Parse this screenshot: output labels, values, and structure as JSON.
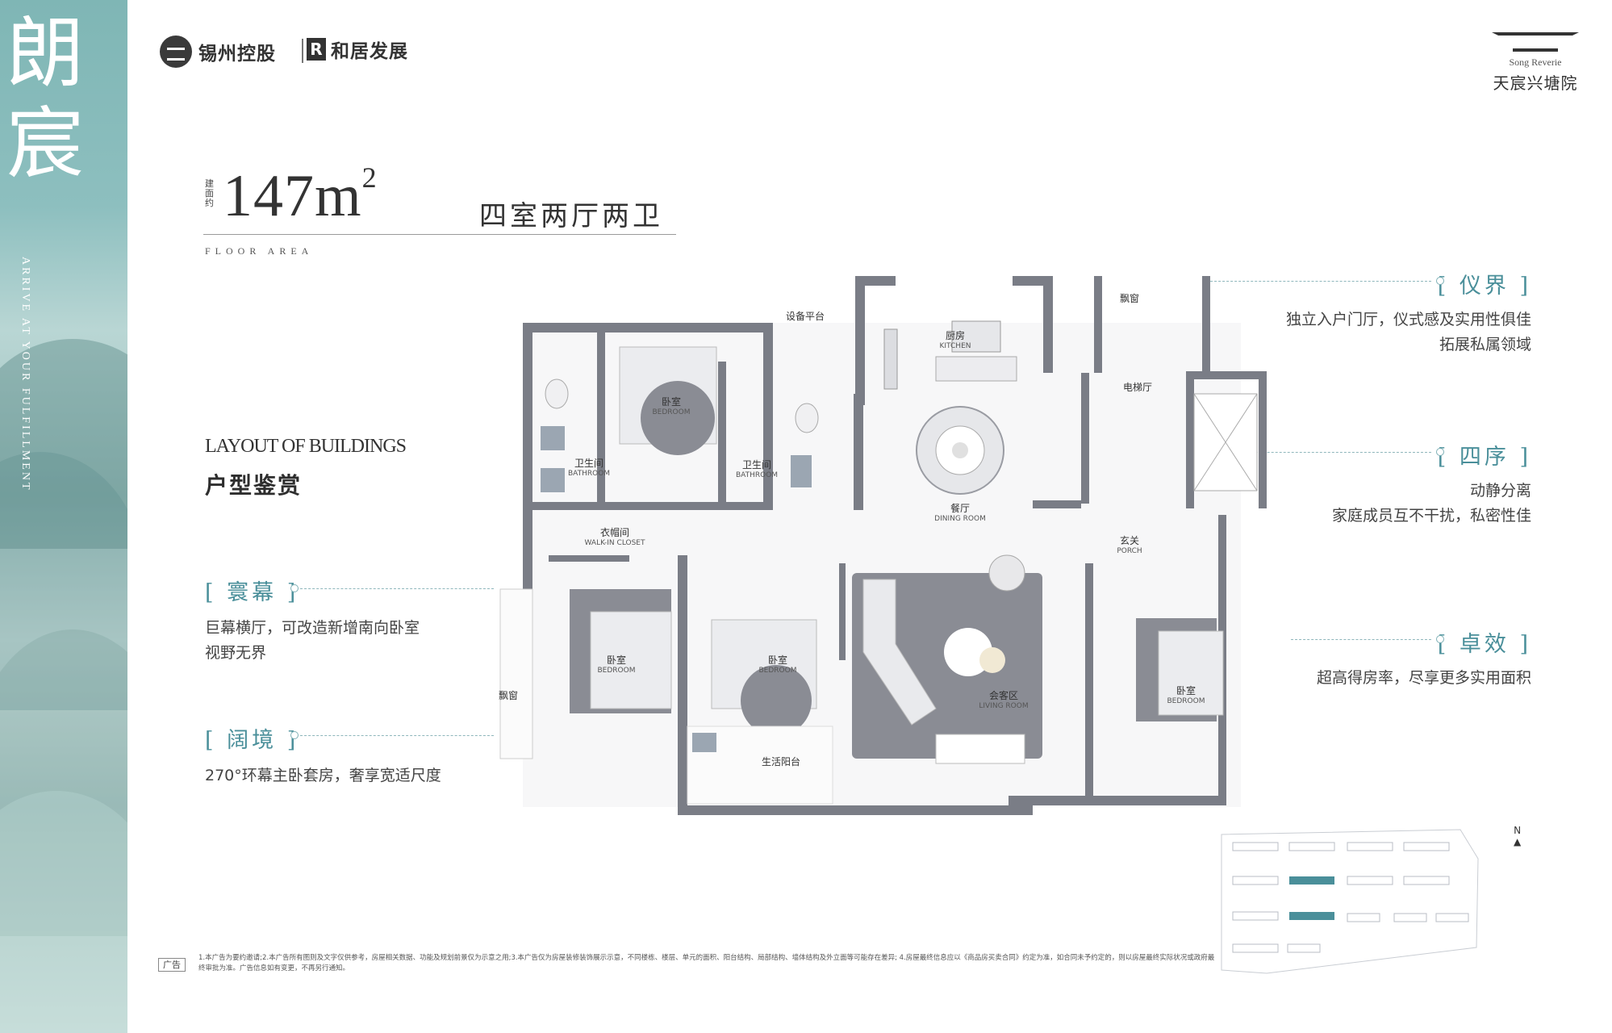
{
  "sidebar": {
    "title_chars": [
      "朗",
      "宸"
    ],
    "vertical_text": "ARRIVE AT YOUR FULFILLMENT"
  },
  "header": {
    "developer1": "锡州控股",
    "developer2_mark": "R",
    "developer2": "和居发展",
    "project_brand_en": "Song Reverie",
    "project_brand_cn": "天宸兴塘院"
  },
  "unit": {
    "area_label": "建面约",
    "area_value": "147m",
    "area_sup": "2",
    "layout_type": "四室两厅两卫",
    "floor_area_en": "FLOOR AREA"
  },
  "section": {
    "title_en": "LAYOUT OF BUILDINGS",
    "title_cn": "户型鉴赏"
  },
  "features_left": [
    {
      "heading": "[ 寰幕 ]",
      "lines": [
        "巨幕横厅，可改造新增南向卧室",
        "视野无界"
      ]
    },
    {
      "heading": "[ 阔境 ]",
      "lines": [
        "270°环幕主卧套房，奢享宽适尺度"
      ]
    }
  ],
  "features_right": [
    {
      "heading": "[ 仪界 ]",
      "lines": [
        "独立入户门厅，仪式感及实用性俱佳",
        "拓展私属领域"
      ]
    },
    {
      "heading": "[ 四序 ]",
      "lines": [
        "动静分离",
        "家庭成员互不干扰，私密性佳"
      ]
    },
    {
      "heading": "[ 卓效 ]",
      "lines": [
        "超高得房率，尽享更多实用面积"
      ]
    }
  ],
  "rooms": {
    "equipment_platform": "设备平台",
    "kitchen_cn": "厨房",
    "kitchen_en": "KITCHEN",
    "bay_window_top": "飘窗",
    "elevator_hall": "电梯厅",
    "bedroom1_cn": "卧室",
    "bedroom1_en": "BEDROOM",
    "bathroom1_cn": "卫生间",
    "bathroom1_en": "BATHROOM",
    "bathroom2_cn": "卫生间",
    "bathroom2_en": "BATHROOM",
    "dining_cn": "餐厅",
    "dining_en": "DINING ROOM",
    "closet_cn": "衣帽间",
    "closet_en": "WALK-IN CLOSET",
    "porch_cn": "玄关",
    "porch_en": "PORCH",
    "master_cn": "卧室",
    "master_en": "BEDROOM",
    "bedroom3_cn": "卧室",
    "bedroom3_en": "BEDROOM",
    "living_cn": "会客区",
    "living_en": "LIVING ROOM",
    "bedroom4_cn": "卧室",
    "bedroom4_en": "BEDROOM",
    "bay_window_left": "飘窗",
    "balcony": "生活阳台"
  },
  "map": {
    "north": "N"
  },
  "footer": {
    "ad_tag": "广告",
    "disclaimer": "1.本广告为要约邀请;2.本广告所有图则及文字仅供参考，房屋相关数据、功能及规划前景仅为示意之用;3.本广告仅为房屋装修装饰展示示意，不同楼栋、楼层、单元的面积、阳台结构、局部结构、墙体结构及外立面等可能存在差异; 4.房屋最终信息应以《商品房买卖合同》约定为准，如合同未予约定的，则以房屋最终实际状况或政府最终审批为准。广告信息如有变更，不再另行通知。"
  },
  "colors": {
    "accent": "#4a8f9a",
    "wall": "#7a7d86",
    "furniture": "#8a8c94"
  }
}
